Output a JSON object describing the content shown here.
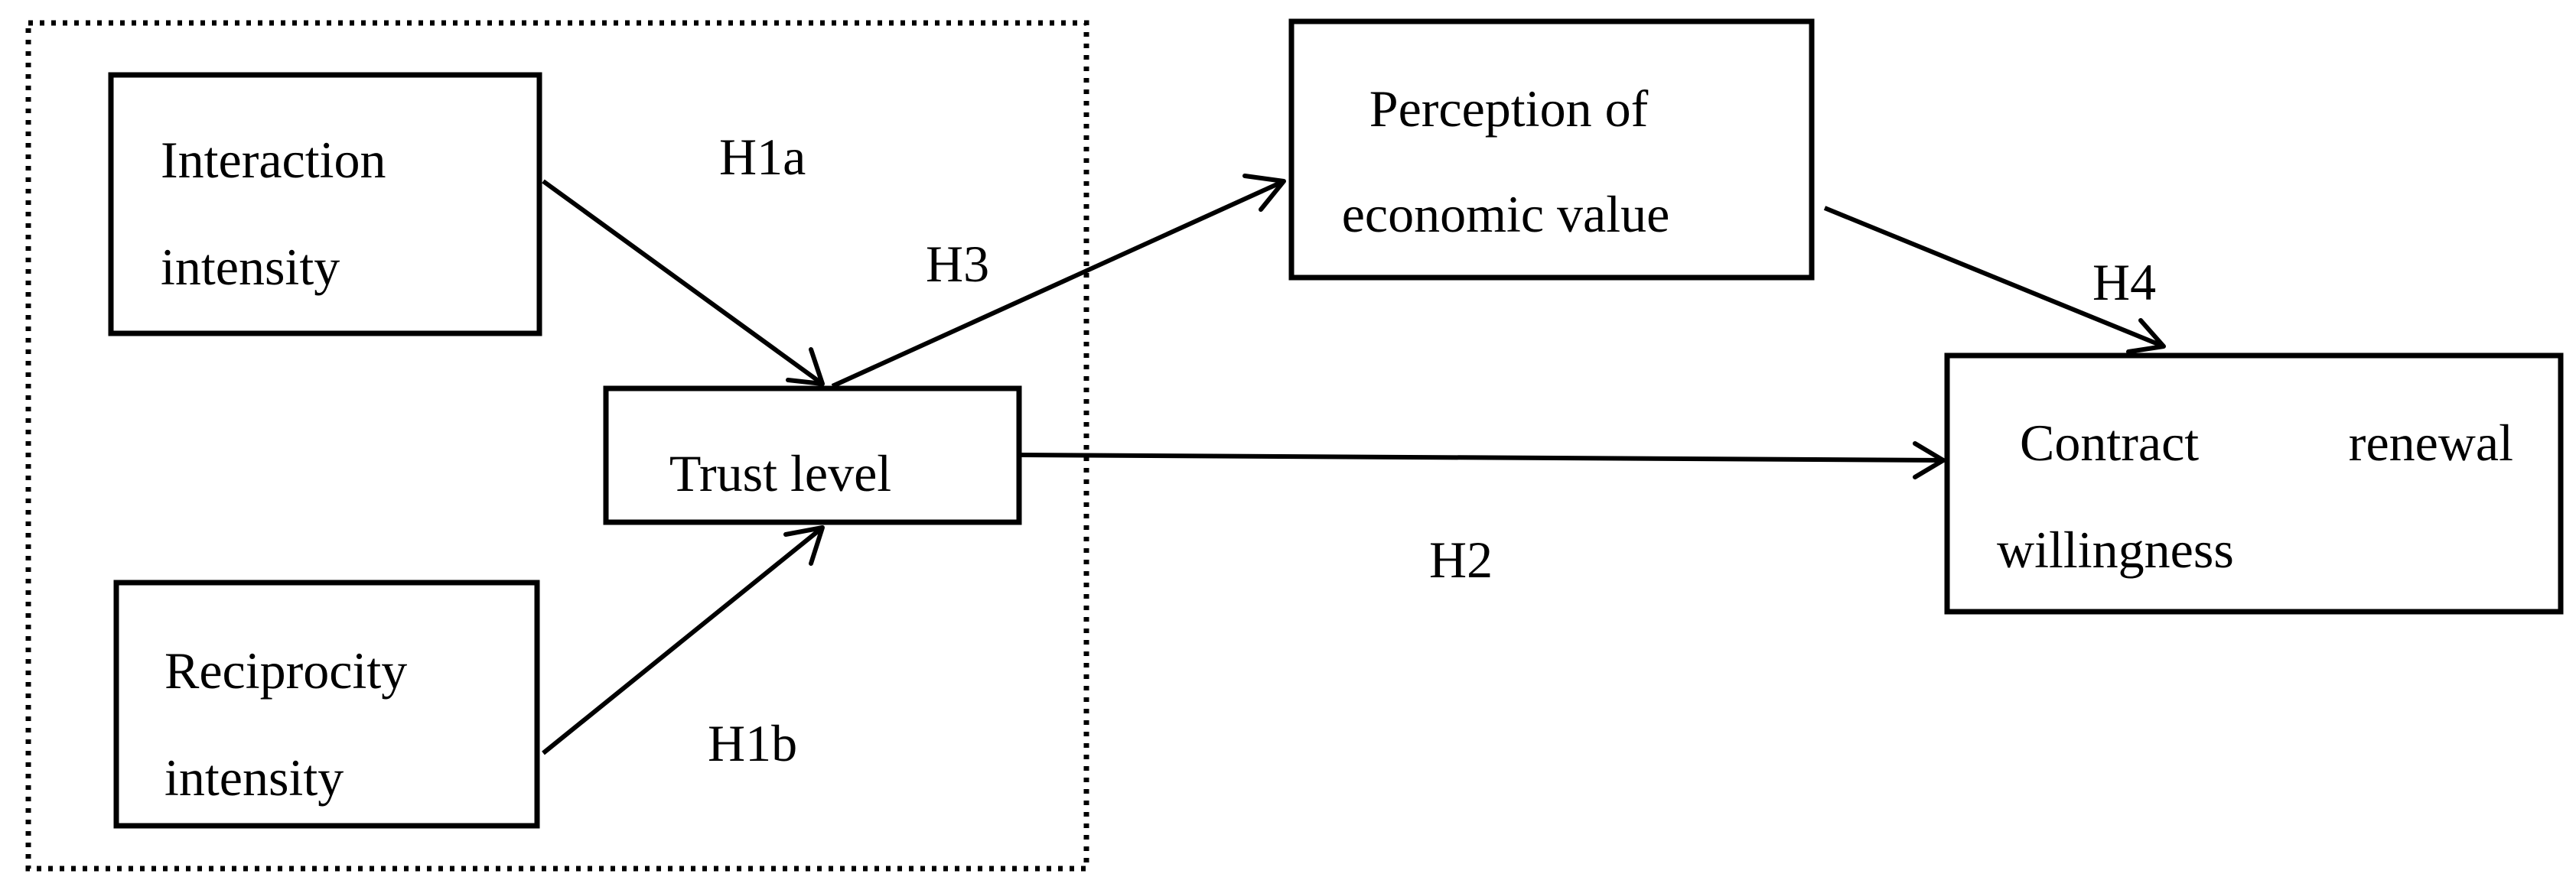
{
  "nodes": {
    "interaction": {
      "line1": "Interaction",
      "line2": "intensity"
    },
    "reciprocity": {
      "line1": "Reciprocity",
      "line2": "intensity"
    },
    "trust": {
      "label": "Trust level"
    },
    "economic": {
      "line1": "Perception of",
      "line2": "economic value"
    },
    "renewal": {
      "line1a": "Contract",
      "line1b": "renewal",
      "line2": "willingness"
    }
  },
  "hypotheses": {
    "h1a": "H1a",
    "h1b": "H1b",
    "h2": "H2",
    "h3": "H3",
    "h4": "H4"
  }
}
